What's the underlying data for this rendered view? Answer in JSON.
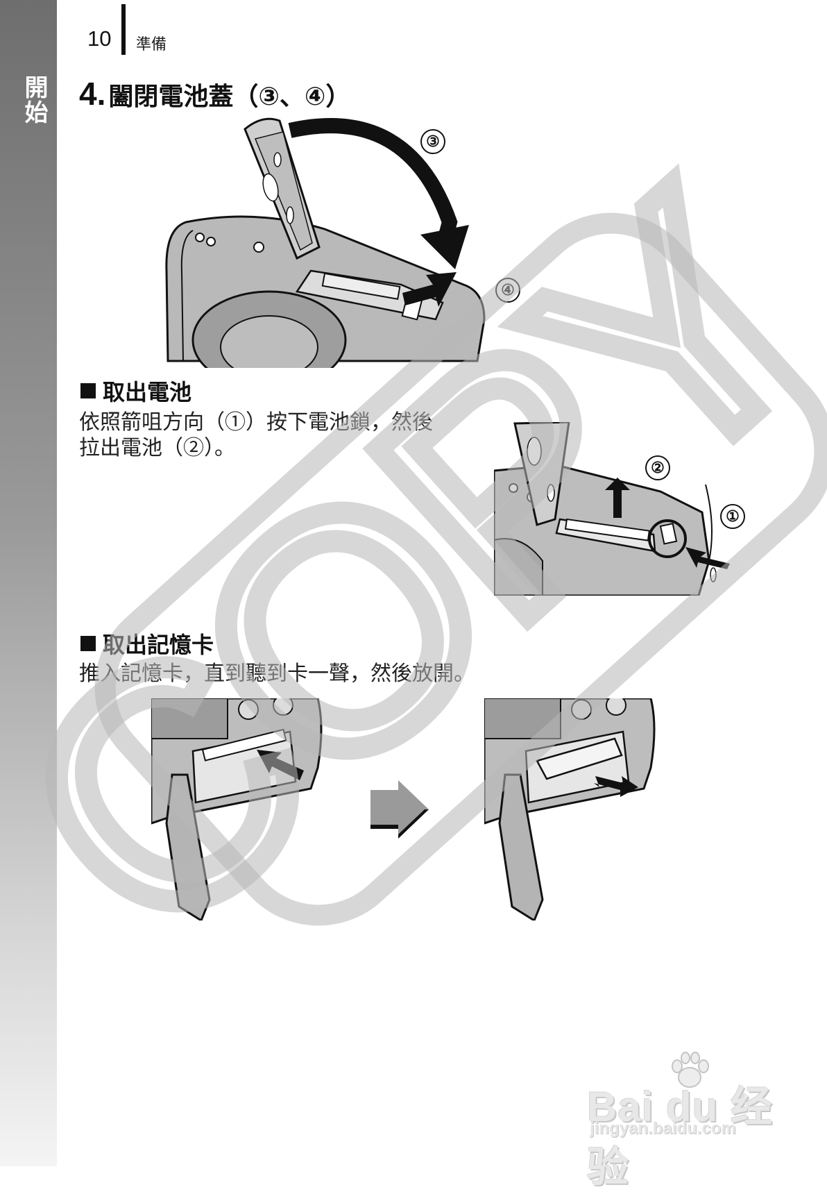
{
  "sidebar": {
    "label": "開始"
  },
  "header": {
    "page_number": "10",
    "section": "準備"
  },
  "step4": {
    "number": "4.",
    "title": "闔閉電池蓋（③、④）",
    "labels": [
      "③",
      "④"
    ]
  },
  "remove_battery": {
    "heading": "取出電池",
    "lines": [
      "依照箭咀方向（①）按下電池鎖，然後",
      "拉出電池（②）。"
    ],
    "labels": [
      "②",
      "①"
    ]
  },
  "remove_card": {
    "heading": "取出記憶卡",
    "text": "推入記憶卡，直到聽到卡一聲，然後放開。"
  },
  "watermark": {
    "text": "COPY"
  },
  "logo": {
    "main": "Bai du 经验",
    "sub": "jingyan.baidu.com"
  },
  "colors": {
    "sidebar_top": "#6e6e6e",
    "sidebar_bottom": "#f4f4f4",
    "watermark": "#d0d0d0",
    "illus_fill": "#bdbdbd"
  }
}
